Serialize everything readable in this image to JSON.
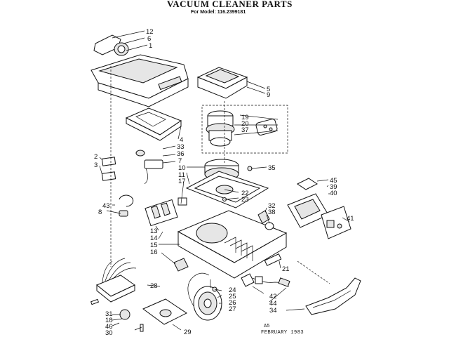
{
  "header": {
    "title": "VACUUM CLEANER PARTS",
    "subtitle": "For Model: 116.2399181"
  },
  "footer": {
    "code": "A5",
    "date": "FEBRUARY 1983"
  },
  "part_labels": [
    "12",
    "6",
    "1",
    "5",
    "9",
    "19",
    "20",
    "37",
    "4",
    "33",
    "36",
    "2",
    "3",
    "7",
    "10",
    "35",
    "11",
    "17",
    "22",
    "23",
    "45",
    "39",
    "40",
    "43",
    "8",
    "32",
    "38",
    "41",
    "13",
    "14",
    "15",
    "16",
    "21",
    "28",
    "24",
    "25",
    "26",
    "27",
    "42",
    "44",
    "34",
    "31",
    "18",
    "46",
    "30",
    "29"
  ]
}
